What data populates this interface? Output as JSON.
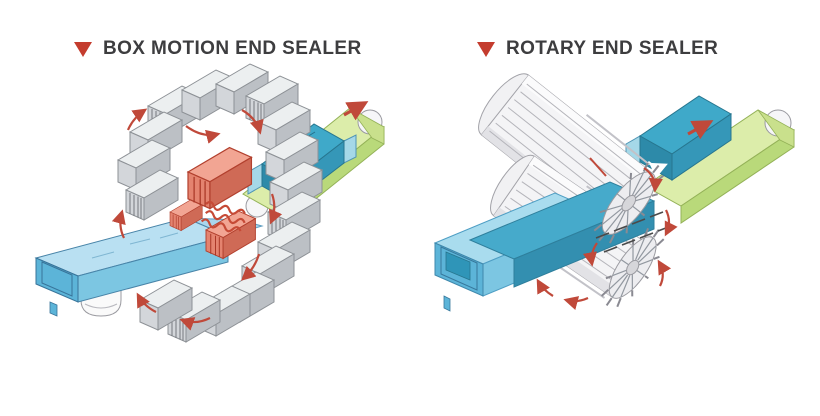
{
  "page": {
    "background": "#ffffff"
  },
  "panels": [
    {
      "id": "box-motion-end-sealer",
      "marker_icon": "triangle-down-icon",
      "marker_color": "#c43c2e",
      "title": "BOX MOTION END SEALER"
    },
    {
      "id": "rotary-end-sealer",
      "marker_icon": "triangle-down-icon",
      "marker_color": "#c43c2e",
      "title": "ROTARY END SEALER"
    }
  ],
  "palette": {
    "title_text": "#3d3d3f",
    "marker_red": "#c43c2e",
    "motion_arrow_red": "#c0493a",
    "jaw_gray": "#d3d6da",
    "active_jaw_red": "#e4836f",
    "film_tube_blue": "#7cc6e2",
    "product_teal": "#3fa9c9",
    "conveyor_green": "#dcedaa",
    "drum_white": "#f2f2f4"
  }
}
